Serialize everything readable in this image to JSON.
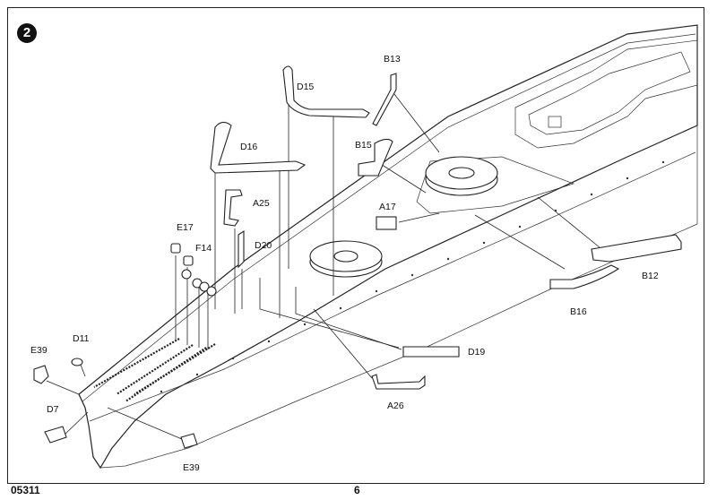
{
  "step": {
    "number": "2"
  },
  "footer": {
    "code": "05311",
    "page": "6"
  },
  "parts": {
    "B13": "B13",
    "D15": "D15",
    "D16": "D16",
    "B15": "B15",
    "A25": "A25",
    "A17": "A17",
    "E17": "E17",
    "D20": "D20",
    "F14": "F14",
    "E39_top": "E39",
    "D11": "D11",
    "D7": "D7",
    "E39_bottom": "E39",
    "A26": "A26",
    "D19": "D19",
    "B16": "B16",
    "B12": "B12"
  }
}
